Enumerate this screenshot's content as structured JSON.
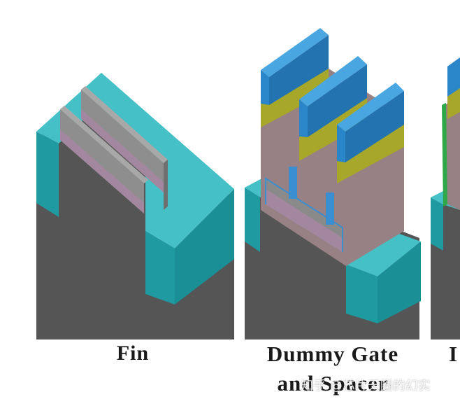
{
  "panels": [
    {
      "id": "fin",
      "caption": "Fin"
    },
    {
      "id": "dummy-gate",
      "caption_line1": "Dummy Gate",
      "caption_line2": "and Spacer"
    },
    {
      "id": "third",
      "caption": "I"
    }
  ],
  "watermark": "知乎 @芯片天圈的幻实",
  "colors": {
    "substrate": "#555555",
    "sti_top": "#45c0c6",
    "sti_side": "#1f9aa0",
    "fin_gray": "#8e8e8e",
    "fin_pink": "#a3879f",
    "gate_body": "#978184",
    "poly_yellow": "#a7a72a",
    "hardmask_blue": "#2a86c8",
    "spacer_blue": "#3a8fd0",
    "green_edge": "#2fa84a"
  }
}
